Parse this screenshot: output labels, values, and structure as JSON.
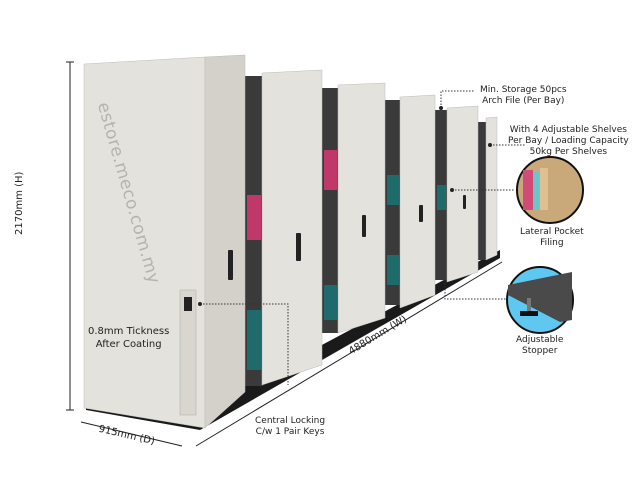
{
  "watermark": "estore.meco.com.my",
  "dimensions": {
    "height": "2170mm (H)",
    "depth": "915mm (D)",
    "width": "4880mm (W)"
  },
  "callouts": {
    "thickness": [
      "0.8mm Tickness",
      "After Coating"
    ],
    "storage": [
      "Min. Storage 50pcs",
      "Arch File (Per Bay)"
    ],
    "shelves": [
      "With 4 Adjustable Shelves",
      "Per Bay / Loading Capacity",
      "50kg Per Shelves"
    ],
    "pocket": [
      "Lateral Pocket",
      "Filing"
    ],
    "stopper": [
      "Adjustable",
      "Stopper"
    ],
    "locking": [
      "Central Locking",
      "C/w 1 Pair Keys"
    ]
  },
  "colors": {
    "cabinet": "#e4e2dc",
    "cabinet_side": "#d3d1ca",
    "interior": "#3a3a3a",
    "file_teal": "#1f6a6a",
    "file_pink": "#c0386a",
    "stopper_bg": "#5ec8f0"
  }
}
